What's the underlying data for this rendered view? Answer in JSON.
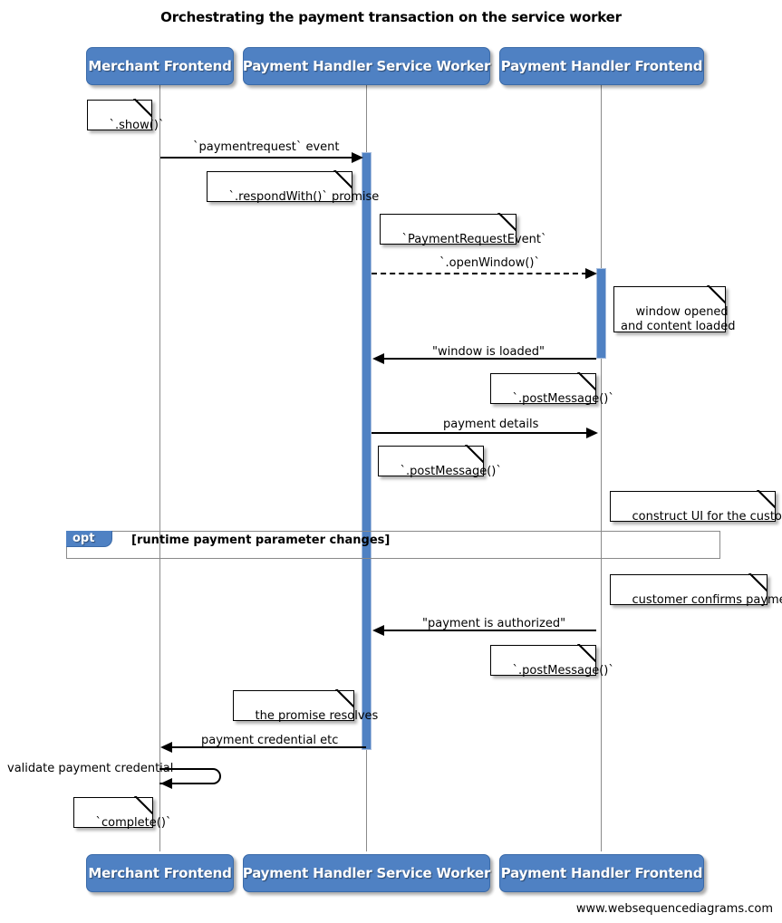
{
  "diagram": {
    "title": "Orchestrating the payment transaction on the service worker",
    "footer": "www.websequencediagrams.com",
    "colors": {
      "participant_fill": "#4f81c3",
      "participant_border": "#3a6aa8",
      "activation_fill": "#4f81c3",
      "lifeline": "#8a8a8a",
      "note_fill": "#ffffff",
      "text": "#000000"
    }
  },
  "participants": [
    {
      "id": "merchant",
      "label": "Merchant Frontend"
    },
    {
      "id": "sw",
      "label": "Payment Handler Service Worker"
    },
    {
      "id": "phf",
      "label": "Payment Handler Frontend"
    }
  ],
  "participants_bottom": [
    {
      "id": "merchant",
      "label": "Merchant Frontend"
    },
    {
      "id": "sw",
      "label": "Payment Handler Service Worker"
    },
    {
      "id": "phf",
      "label": "Payment Handler Frontend"
    }
  ],
  "messages": [
    {
      "id": "m1",
      "label": "`paymentrequest` event",
      "from": "merchant",
      "to": "sw",
      "style": "solid",
      "direction": "right"
    },
    {
      "id": "m2",
      "label": "`.openWindow()`",
      "from": "sw",
      "to": "phf",
      "style": "dashed",
      "direction": "right"
    },
    {
      "id": "m3",
      "label": "\"window is loaded\"",
      "from": "phf",
      "to": "sw",
      "style": "solid",
      "direction": "left"
    },
    {
      "id": "m4",
      "label": "payment details",
      "from": "sw",
      "to": "phf",
      "style": "solid",
      "direction": "right"
    },
    {
      "id": "m5",
      "label": "\"payment is authorized\"",
      "from": "phf",
      "to": "sw",
      "style": "solid",
      "direction": "left"
    },
    {
      "id": "m6",
      "label": "payment credential etc",
      "from": "sw",
      "to": "merchant",
      "style": "solid",
      "direction": "left"
    },
    {
      "id": "m7",
      "label": "validate payment credential",
      "from": "merchant",
      "to": "merchant",
      "style": "solid",
      "direction": "self"
    }
  ],
  "notes": [
    {
      "id": "n1",
      "text": "`.show()`"
    },
    {
      "id": "n2",
      "text": "`.respondWith()` promise"
    },
    {
      "id": "n3",
      "text": "`PaymentRequestEvent`"
    },
    {
      "id": "n4",
      "text": "window opened\nand content loaded"
    },
    {
      "id": "n5",
      "text": "`.postMessage()`"
    },
    {
      "id": "n6",
      "text": "`.postMessage()`"
    },
    {
      "id": "n7",
      "text": "construct UI for the customer"
    },
    {
      "id": "n8",
      "text": "customer confirms payment"
    },
    {
      "id": "n9",
      "text": "`.postMessage()`"
    },
    {
      "id": "n10",
      "text": "the promise resolves"
    },
    {
      "id": "n11",
      "text": "`complete()`"
    }
  ],
  "fragment": {
    "type": "opt",
    "label": "opt",
    "condition": "[runtime payment parameter changes]"
  }
}
